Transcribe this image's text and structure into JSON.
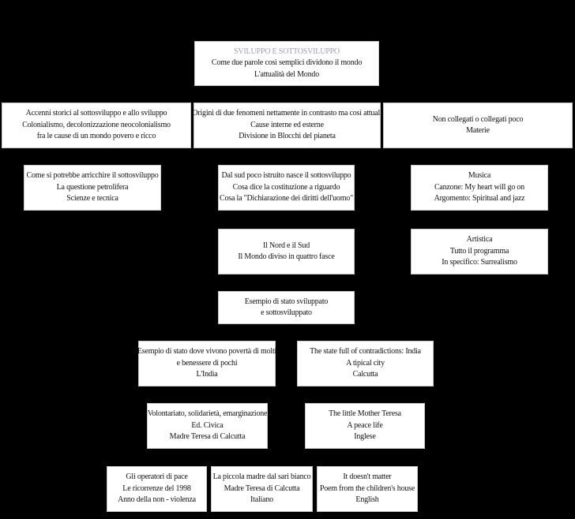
{
  "colors": {
    "background": "#000000",
    "box": "#ffffff",
    "title_text": "#9aa0b4",
    "text": "#111111"
  },
  "nodes": [
    {
      "id": "root",
      "title": "SVILUPPO E SOTTOSVILUPPO",
      "lines": [
        "Come due parole così semplici dividono il mondo",
        "L'attualità del Mondo"
      ]
    },
    {
      "id": "history",
      "lines": [
        "Accenni storici al sottosviluppo e allo sviluppo",
        "Colonialismo, decolonizzazione neocolonialismo",
        "fra le cause di un mondo povero e ricco"
      ]
    },
    {
      "id": "origins",
      "lines": [
        "Origini di due fenomeni nettamente in contrasto ma così attuali",
        "Cause interne ed esterne",
        "Divisione in Blocchi del pianeta"
      ]
    },
    {
      "id": "not-connected",
      "lines": [
        "Non collegati o collegati poco",
        "Materie"
      ]
    },
    {
      "id": "enrich",
      "lines": [
        "Come si potrebbe arricchire il sottosviluppo",
        "La questione petrolifera",
        "Scienze e tecnica"
      ]
    },
    {
      "id": "south",
      "lines": [
        "Dal sud poco istruito nasce il sottosviluppo",
        "Cosa dice la costituzione a riguardo",
        "Cosa la \"Dichiarazione dei diritti dell'uomo\""
      ]
    },
    {
      "id": "music",
      "lines": [
        "Musica",
        "Canzone: My heart will go on",
        "Argomento: Spiritual and jazz"
      ]
    },
    {
      "id": "north-south",
      "lines": [
        "Il Nord e il Sud",
        "Il Mondo diviso in quattro fasce"
      ]
    },
    {
      "id": "art",
      "lines": [
        "Artistica",
        "Tutto il programma",
        "In specifico: Surrealismo"
      ]
    },
    {
      "id": "example",
      "lines": [
        "Esempio di stato sviluppato",
        "e sottosviluppato"
      ]
    },
    {
      "id": "india",
      "lines": [
        "Esempio di stato dove vivono povertà di molti",
        "e benessere di pochi",
        "L'India"
      ]
    },
    {
      "id": "state-full",
      "lines": [
        "The state full of contradictions: India",
        "A tipical city",
        "Calcutta"
      ]
    },
    {
      "id": "volunteer",
      "lines": [
        "Volontariato, solidarietà, emarginazione",
        "Ed. Civica",
        "Madre Teresa di Calcutta"
      ]
    },
    {
      "id": "little-mother",
      "lines": [
        "The little Mother Teresa",
        "A peace life",
        "Inglese"
      ]
    },
    {
      "id": "peace-workers",
      "lines": [
        "Gli operatori di pace",
        "Le ricorrenze del 1998",
        "Anno della non - violenza"
      ]
    },
    {
      "id": "sari",
      "lines": [
        "La piccola madre dal sari bianco",
        "Madre Teresa di Calcutta",
        "Italiano"
      ]
    },
    {
      "id": "doesnt-matter",
      "lines": [
        "It doesn't matter",
        "Poem from the children's house",
        "English"
      ]
    }
  ]
}
